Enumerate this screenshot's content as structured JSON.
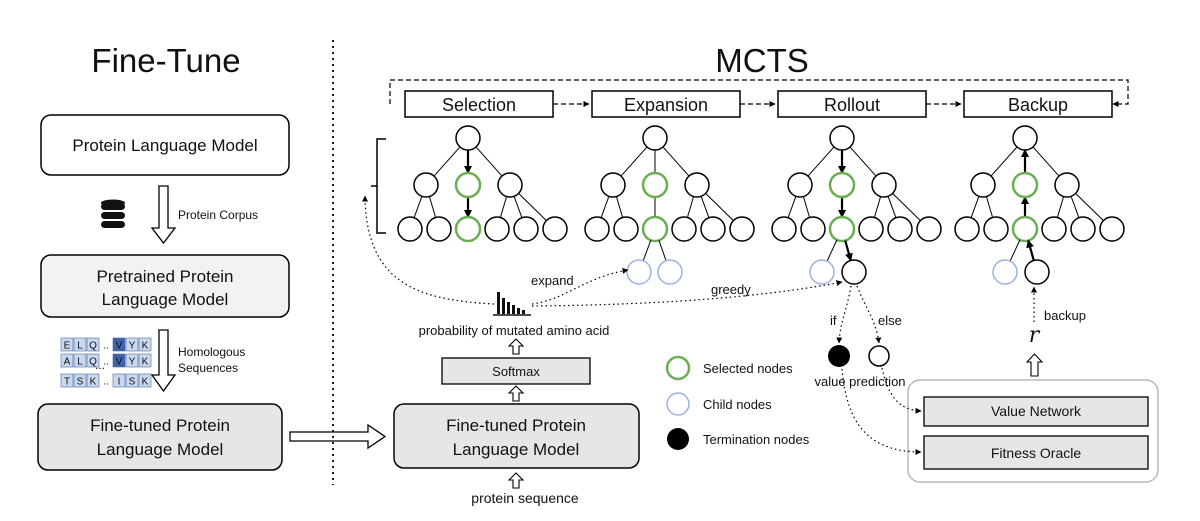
{
  "finetune": {
    "title": "Fine-Tune",
    "plm": "Protein Language Model",
    "corpus_label": "Protein Corpus",
    "pretrained": [
      "Pretrained Protein",
      "Language Model"
    ],
    "homologous_label": [
      "Homologous",
      "Sequences"
    ],
    "finetuned": [
      "Fine-tuned Protein",
      "Language Model"
    ],
    "msa_rows": [
      [
        "E",
        "L",
        "Q",
        "..",
        "V",
        "Y",
        "K"
      ],
      [
        "A",
        "L",
        "Q",
        "..",
        "V",
        "Y",
        "K"
      ],
      [
        "T",
        "S",
        "K",
        "..",
        "I",
        "S",
        "K"
      ]
    ],
    "msa_ellipsis": "...",
    "icons": [
      "database-icon",
      "msa-icon",
      "hollow-down-arrow-icon",
      "hollow-right-arrow-icon"
    ]
  },
  "mcts": {
    "title": "MCTS",
    "stages": [
      "Selection",
      "Expansion",
      "Rollout",
      "Backup"
    ],
    "expand_label": "expand",
    "greedy_label": "greedy",
    "prob_label": "probability of mutated amino acid",
    "softmax": "Softmax",
    "finetuned": [
      "Fine-tuned Protein",
      "Language Model"
    ],
    "input_label": "protein sequence",
    "if_label": "if",
    "else_label": "else",
    "value_prediction": "value prediction",
    "backup_label": "backup",
    "reward_symbol": "r",
    "value_network": "Value Network",
    "fitness_oracle": "Fitness Oracle",
    "legend": {
      "selected": "Selected nodes",
      "child": "Child nodes",
      "termination": "Termination nodes"
    },
    "colors": {
      "selected": "#6aae52",
      "child": "#9bb4dd",
      "termination": "#000000",
      "box_fill": "#e6e6e6"
    }
  }
}
